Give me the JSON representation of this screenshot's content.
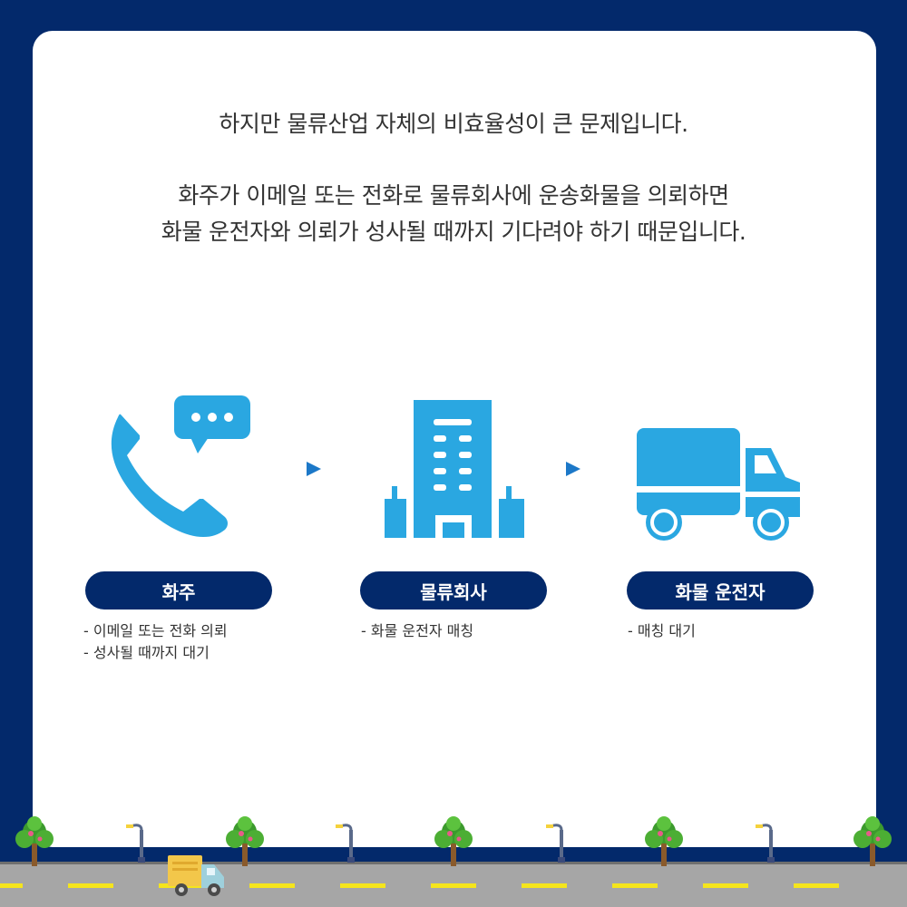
{
  "headline": {
    "line1": "하지만 물류산업 자체의 비효율성이 큰 문제입니다.",
    "line2": "화주가 이메일 또는 전화로 물류회사에 운송화물을 의뢰하면",
    "line3": "화물 운전자와 의뢰가 성사될 때까지 기다려야 하기 때문입니다."
  },
  "steps": [
    {
      "icon": "phone-chat-icon",
      "label": "화주",
      "items": [
        "- 이메일 또는 전화 의뢰",
        "- 성사될 때까지 대기"
      ]
    },
    {
      "icon": "office-building-icon",
      "label": "물류회사",
      "items": [
        "- 화물 운전자 매칭"
      ]
    },
    {
      "icon": "delivery-truck-icon",
      "label": "화물 운전자",
      "items": [
        "- 매칭 대기"
      ]
    }
  ],
  "colors": {
    "background": "#03296b",
    "card": "#ffffff",
    "icon": "#2aa7e1",
    "arrow": "#1c78c8",
    "pill": "#03296b",
    "road": "#a6a6a6",
    "lane": "#f5e51c"
  },
  "decorations": [
    "tree-icon",
    "street-lamp-icon",
    "small-truck-icon"
  ]
}
